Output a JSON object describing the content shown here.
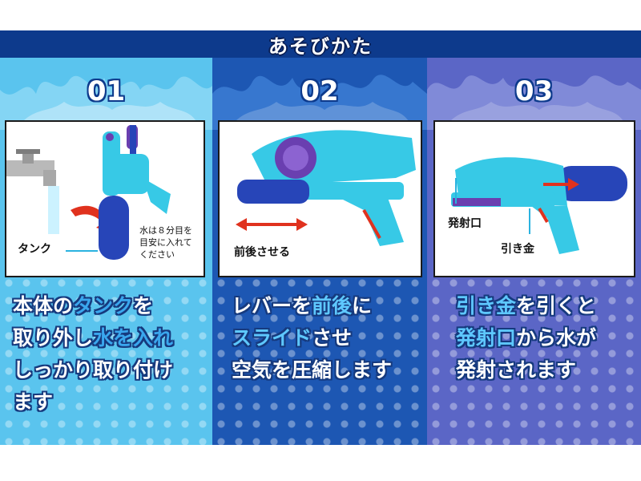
{
  "header": {
    "title": "あそびかた"
  },
  "steps": [
    {
      "number": "01",
      "labels": {
        "tank": "タンク",
        "note_line1": "水は８分目を",
        "note_line2": "目安に入れて",
        "note_line3": "ください"
      },
      "desc": {
        "l1a": "本体の",
        "l1b": "タンク",
        "l1c": "を",
        "l2a": "取り外し",
        "l2b": "水を入れ",
        "l3": "しっかり取り付け",
        "l4": "ます"
      }
    },
    {
      "number": "02",
      "labels": {
        "lever": "前後させる"
      },
      "desc": {
        "l1a": "レバーを",
        "l1b": "前後",
        "l1c": "に",
        "l2a": "スライド",
        "l2b": "させ",
        "l3": "空気を圧縮します"
      }
    },
    {
      "number": "03",
      "labels": {
        "nozzle": "発射口",
        "trigger": "引き金"
      },
      "desc": {
        "l1a": "引き金",
        "l1b": "を引くと",
        "l2a": "発射口",
        "l2b": "から水が",
        "l3": "発射されます"
      }
    }
  ],
  "colors": {
    "header_bg": "#0d3a8c",
    "panel1": "#5ac4ee",
    "panel2": "#1d57b3",
    "panel3": "#5b66c6",
    "gun_body": "#37c9e6",
    "tank": "#2745b8",
    "purple": "#6a3fb0",
    "arrow": "#e0321e"
  },
  "icons": [
    "water-splash-icon",
    "faucet-icon",
    "water-gun-icon",
    "red-arrow-icon"
  ]
}
